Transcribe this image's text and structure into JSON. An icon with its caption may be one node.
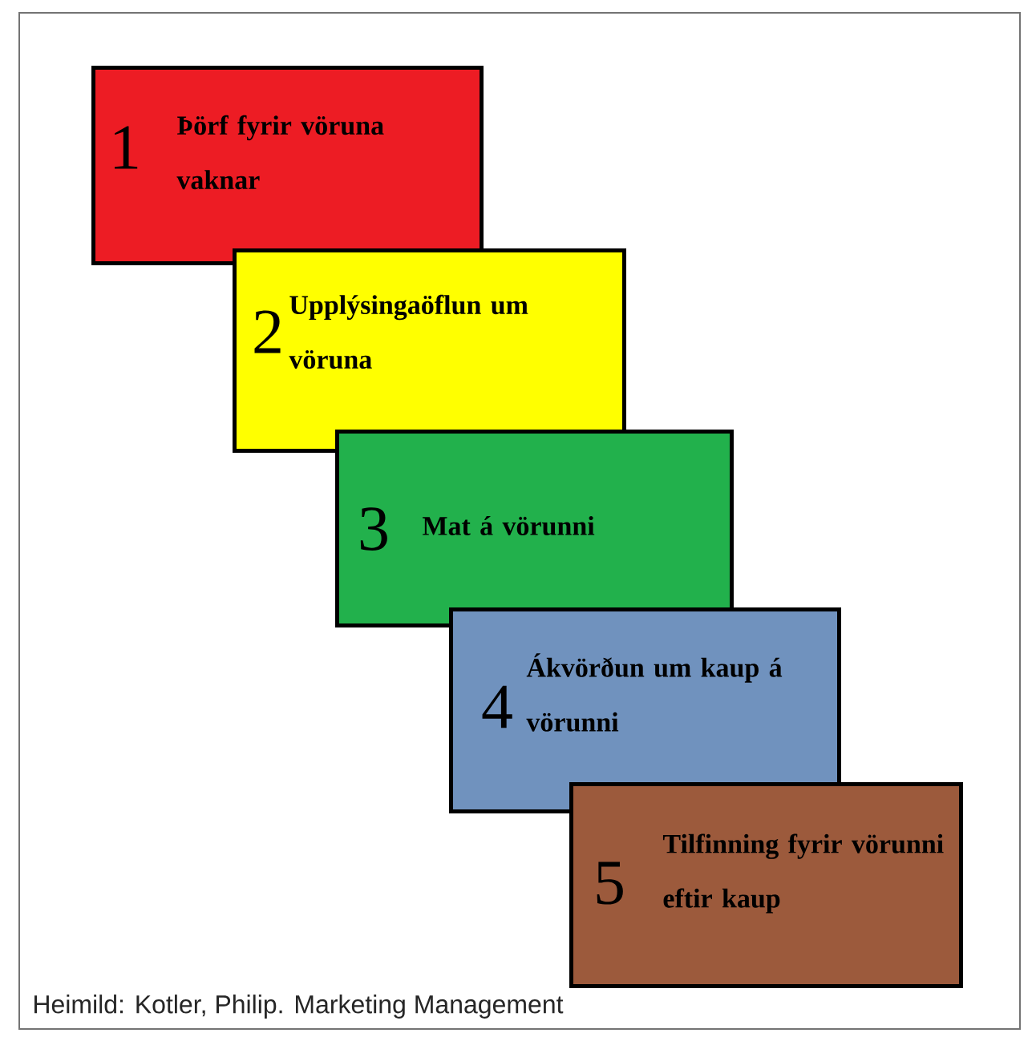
{
  "diagram": {
    "caption": "Heimild: Kotler, Philip. Marketing Management",
    "nodes": [
      {
        "text": [
          "1",
          "Þörf fyrir vöruna vaknar"
        ]
      },
      {
        "text": [
          "2",
          "Upplýsingaöflun um vöruna"
        ]
      },
      {
        "text": [
          "3",
          "Mat á vörunni"
        ]
      },
      {
        "text": [
          "4",
          "Ákvörðun um kaup á vörunni"
        ]
      },
      {
        "text": [
          "5",
          "Tilfinning fyrir vörunni eftir kaup"
        ]
      }
    ]
  }
}
